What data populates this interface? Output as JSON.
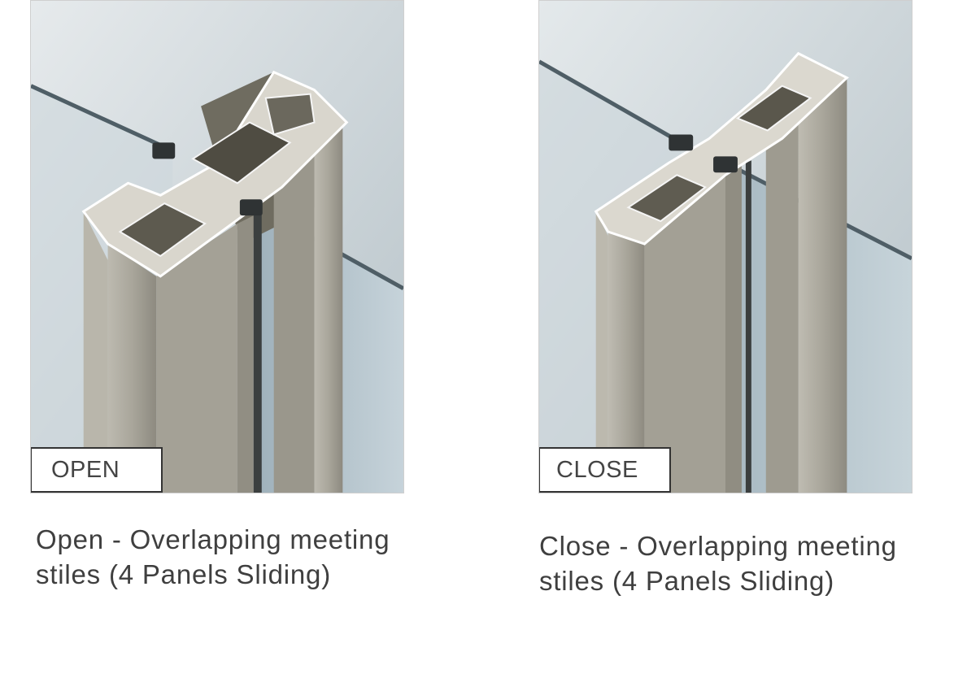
{
  "panels": [
    {
      "tag": "OPEN",
      "caption_line1": "Open - Overlapping meeting",
      "caption_line2": "stiles (4 Panels Sliding)"
    },
    {
      "tag": "CLOSE",
      "caption_line1": "Close - Overlapping meeting",
      "caption_line2": "stiles (4 Panels Sliding)"
    }
  ],
  "colors": {
    "glass": "#c9d6dc",
    "aluminium": "#a8a599",
    "label_border": "#333333",
    "text": "#3f3f3f"
  }
}
